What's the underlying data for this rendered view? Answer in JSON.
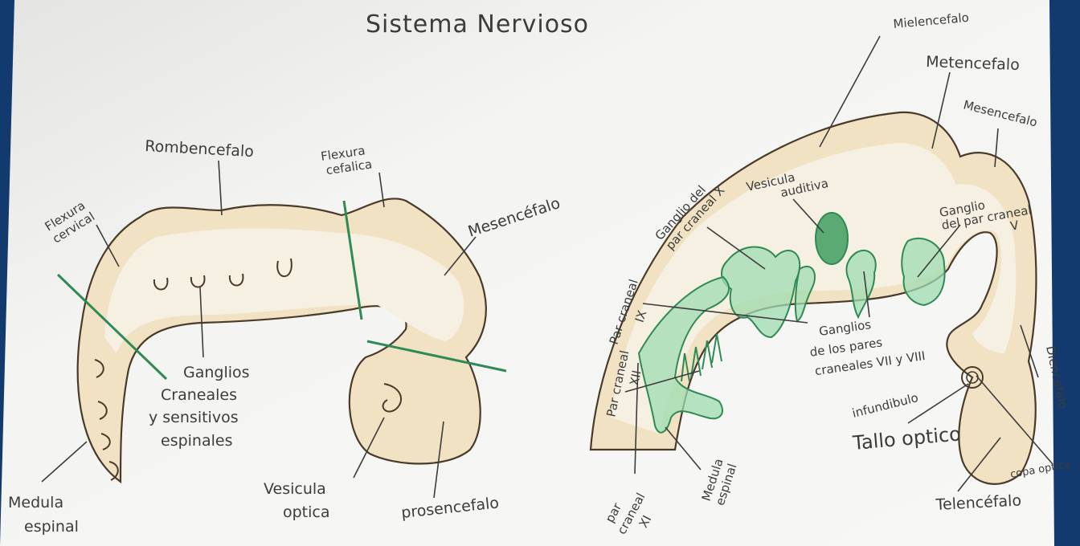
{
  "title": "Sistema Nervioso",
  "colors": {
    "paper": "#f3f3f1",
    "frame": "#123a6e",
    "outline": "#4a3a2a",
    "tan_fill": "#e7d2a6",
    "green_stroke": "#2f8a55",
    "green_fill": "#7fcf98"
  },
  "left_diagram": {
    "labels": {
      "flexura_cervical": [
        "Flexura",
        "cervical"
      ],
      "rombencefalo": "Rombencefalo",
      "flexura_cefalica": [
        "Flexura",
        "cefalica"
      ],
      "mesencefalo": "Mesencéfalo",
      "ganglios": [
        "Ganglios",
        "Craneales",
        "y sensitivos",
        "espinales"
      ],
      "medula_espinal": [
        "Medula",
        "espinal"
      ],
      "vesicula_optica": [
        "Vesicula",
        "optica"
      ],
      "prosencefalo": "prosencefalo"
    }
  },
  "right_diagram": {
    "labels": {
      "mielencefalo": "Mielencefalo",
      "metencefalo": "Metencefalo",
      "mesencefalo": "Mesencefalo",
      "vesicula_auditiva": [
        "Vesicula",
        "auditiva"
      ],
      "ganglio_ix_x": [
        "Ganglio del",
        "par craneal X"
      ],
      "par_craneal_ix": [
        "Par craneal",
        "IX"
      ],
      "ganglio_v": [
        "Ganglio",
        "del par craneal",
        "V"
      ],
      "ganglios_vii_viii": [
        "Ganglios",
        "de los pares",
        "craneales VII y VIII"
      ],
      "par_craneal_xii": [
        "Par craneal",
        "XII"
      ],
      "infundibulo": "infundibulo",
      "tallo_optico": "Tallo optico",
      "diencefalo": "Diencefalo",
      "copa_optica": "copa optica",
      "telencefalo": "Telencéfalo",
      "par_craneal_xi": [
        "par",
        "craneal",
        "XI"
      ],
      "medula_espinal": [
        "Medula",
        "espinal"
      ]
    }
  }
}
